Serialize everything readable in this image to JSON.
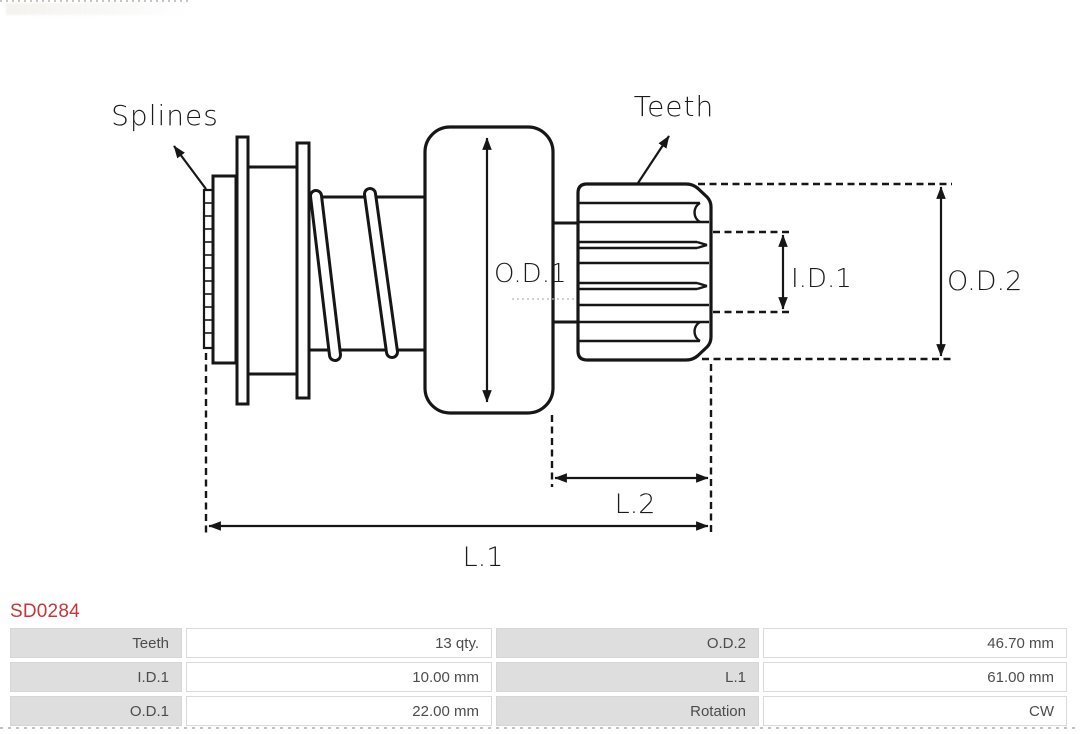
{
  "part_number": "SD0284",
  "colors": {
    "part_number_red": "#c53638",
    "drawing_line": "#161616",
    "table_label_bg": "#dedede",
    "table_value_bg": "#ffffff",
    "table_border": "#d2d2d2",
    "table_text": "#4c4c4c"
  },
  "diagram": {
    "labels": {
      "splines": "Splines",
      "teeth": "Teeth",
      "od1": "O.D.1",
      "id1": "I.D.1",
      "od2": "O.D.2",
      "l2": "L.2",
      "l1": "L.1"
    }
  },
  "table": {
    "rows": [
      {
        "left_label": "Teeth",
        "left_value": "13 qty.",
        "right_label": "O.D.2",
        "right_value": "46.70 mm"
      },
      {
        "left_label": "I.D.1",
        "left_value": "10.00 mm",
        "right_label": "L.1",
        "right_value": "61.00 mm"
      },
      {
        "left_label": "O.D.1",
        "left_value": "22.00 mm",
        "right_label": "Rotation",
        "right_value": "CW"
      }
    ]
  }
}
